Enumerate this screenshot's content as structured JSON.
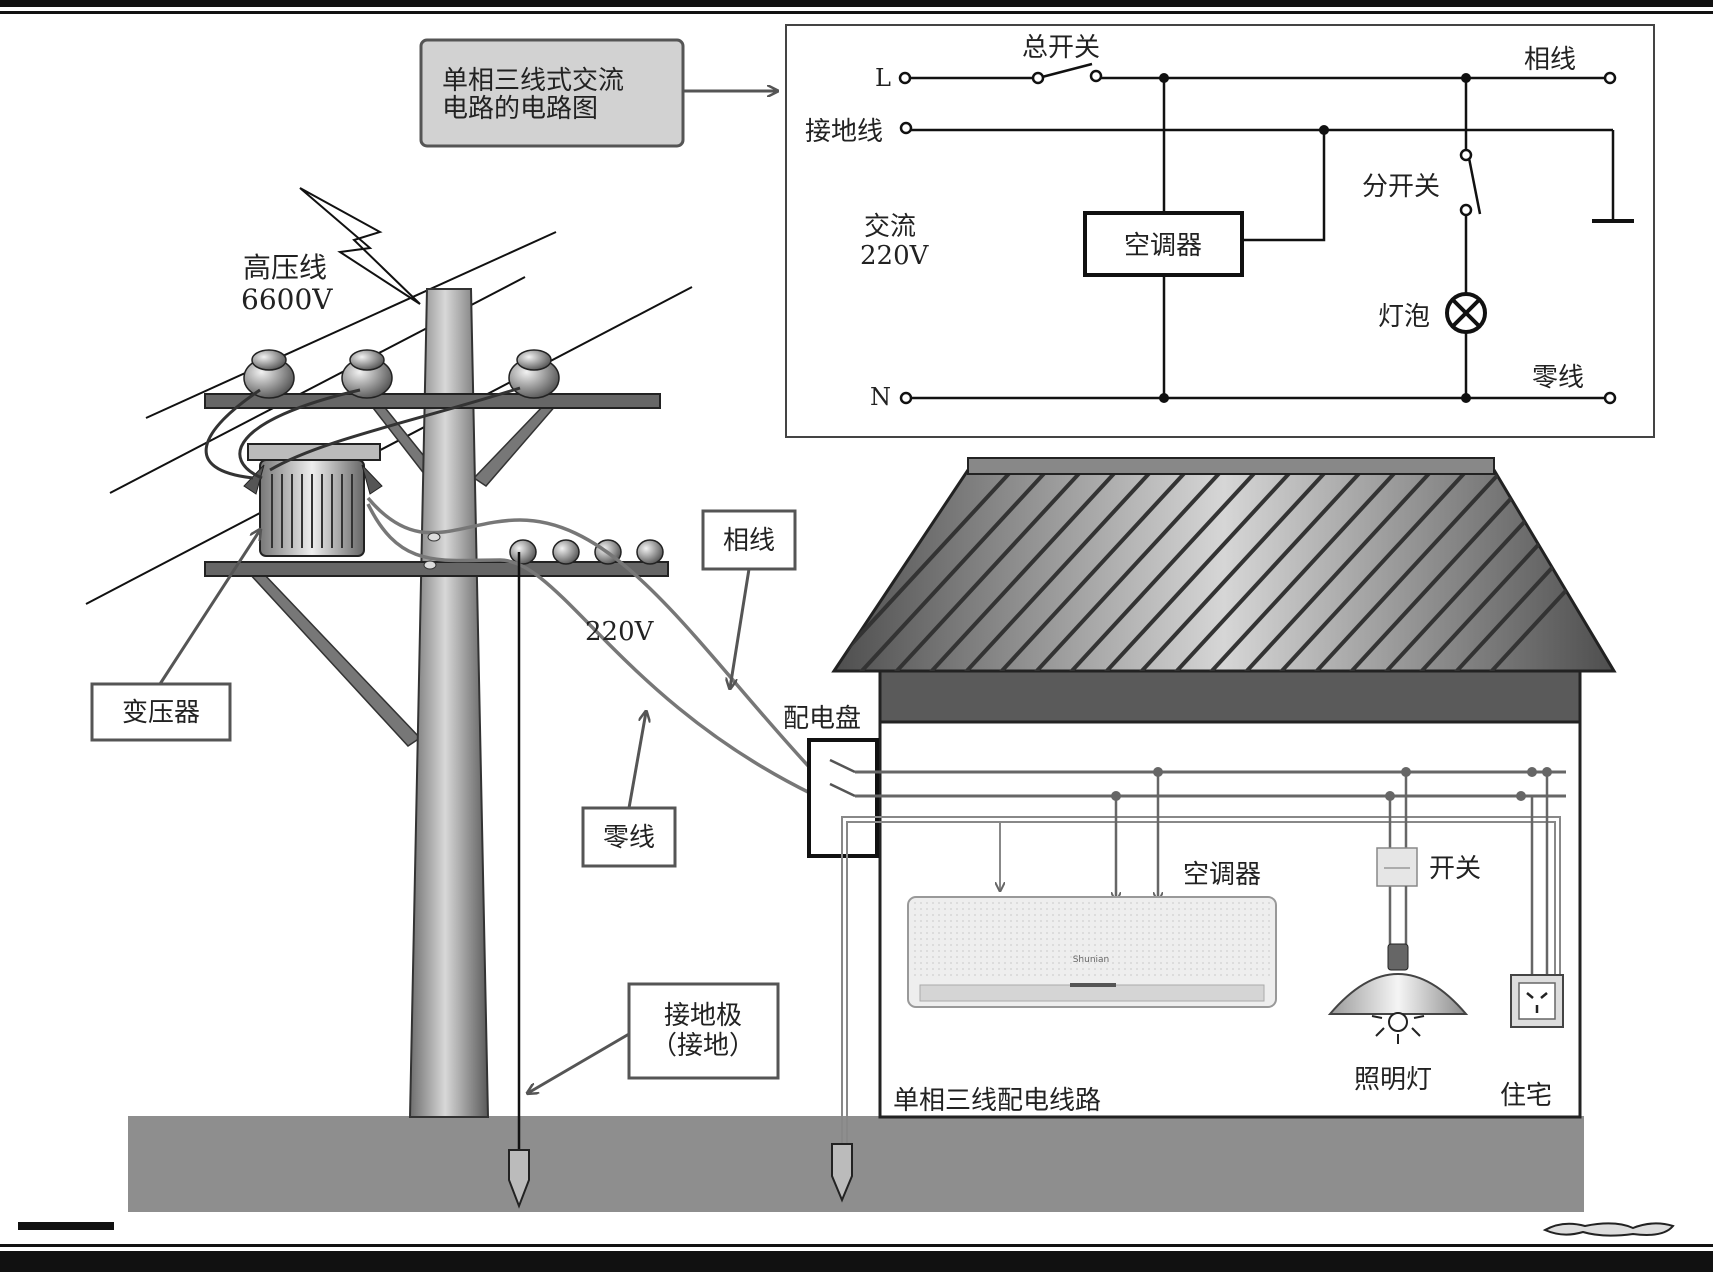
{
  "title_box": {
    "line1": "单相三线式交流",
    "line2": "电路的电路图"
  },
  "schematic": {
    "L": "L",
    "ground_wire": "接地线",
    "N": "N",
    "main_switch": "总开关",
    "phase_line": "相线",
    "neutral_line": "零线",
    "branch_switch": "分开关",
    "bulb": "灯泡",
    "air_conditioner": "空调器",
    "ac_line1": "交流",
    "ac_line2": "220V"
  },
  "pole": {
    "hv_line1": "高压线",
    "hv_line2": "6600V",
    "transformer": "变压器",
    "voltage": "220V",
    "phase_tag": "相线",
    "neutral_tag": "零线",
    "ground_rod_line1": "接地极",
    "ground_rod_line2": "（接地）"
  },
  "house": {
    "panel": "配电盘",
    "air_conditioner": "空调器",
    "switch": "开关",
    "lamp": "照明灯",
    "residence": "住宅",
    "circuit_name": "单相三线配电线路",
    "ac_brand": "Shunian"
  },
  "colors": {
    "ink": "#222222",
    "wire": "#666666",
    "ground": "#8e8e8e",
    "roof": "#6f6f6f"
  }
}
